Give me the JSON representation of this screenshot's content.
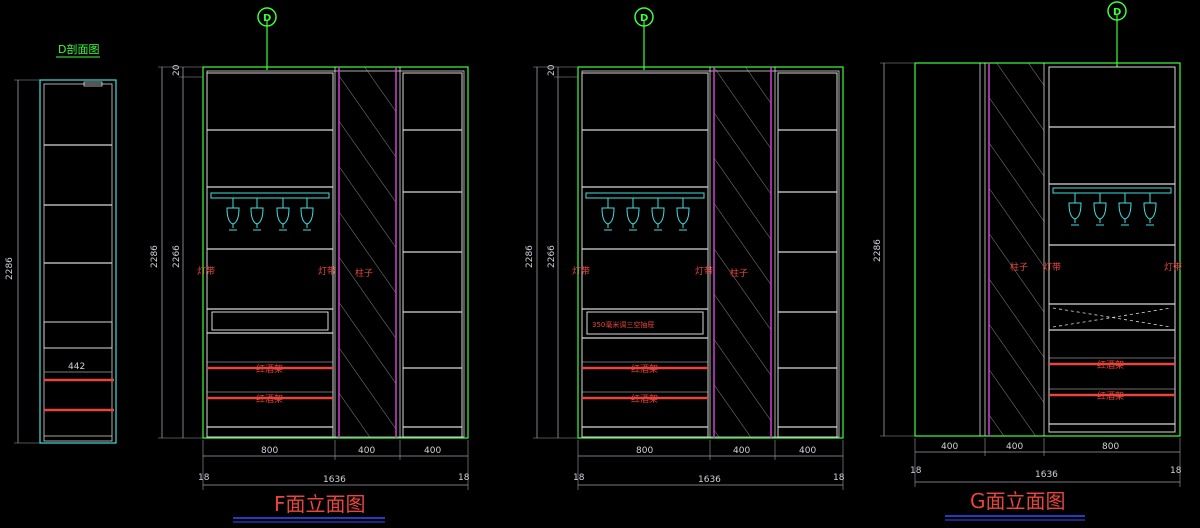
{
  "section_title": "D剖面图",
  "section_marker": "D",
  "side_view": {
    "height_label": "2286",
    "width_label": "442"
  },
  "elevation_f1": {
    "title": "F面立面图",
    "top_gap": "20",
    "height_outer": "2286",
    "height_inner": "2266",
    "seg_left": "800",
    "seg_mid": "400",
    "seg_right": "400",
    "edge_left": "18",
    "edge_right": "18",
    "total": "1636",
    "led_left": "灯带",
    "led_right": "灯带",
    "pillar": "柱子",
    "rack1": "红酒架",
    "rack2": "红酒架"
  },
  "elevation_f2": {
    "top_gap": "20",
    "height_outer": "2286",
    "height_inner": "2266",
    "seg_left": "800",
    "seg_mid": "400",
    "seg_right": "400",
    "edge_left": "18",
    "edge_right": "18",
    "total": "1636",
    "led_left": "灯带",
    "led_right": "灯带",
    "pillar": "柱子",
    "drawer_note": "350毫米调三空抽屉",
    "rack1": "红酒架",
    "rack2": "红酒架"
  },
  "elevation_g": {
    "title": "G面立面图",
    "height_label": "2286",
    "seg_a": "400",
    "seg_b": "400",
    "seg_c": "800",
    "edge_left": "18",
    "edge_right": "18",
    "total": "1636",
    "pillar": "柱子",
    "led_a": "灯带",
    "led_b": "灯带",
    "rack1": "红酒架",
    "rack2": "红酒架"
  },
  "colors": {
    "background": "#000000",
    "panel_line": "#d8d8d8",
    "green_outline": "#3cff3c",
    "cyan": "#40e0e0",
    "magenta": "#d040d0",
    "red": "#e8453c",
    "blue_underline": "#3050ff",
    "dim_line": "#9aa0aa"
  }
}
